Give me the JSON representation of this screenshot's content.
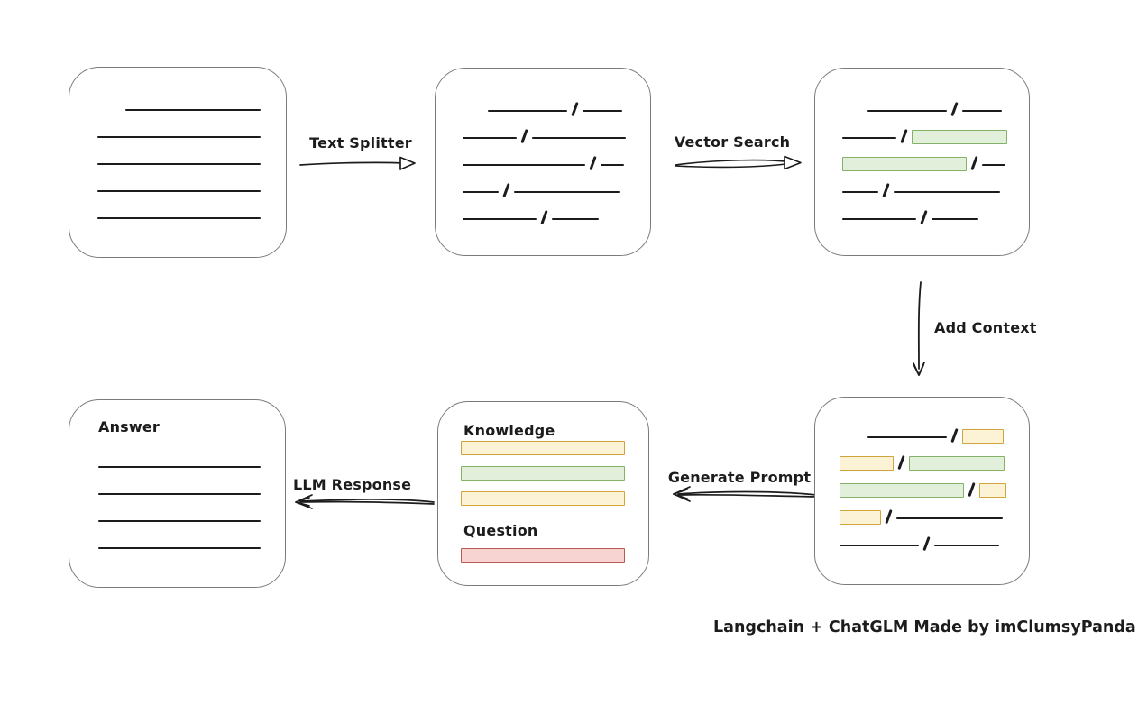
{
  "diagram": {
    "caption": "Langchain + ChatGLM Made by imClumsyPanda"
  },
  "colors": {
    "ink": "#1c1c1c",
    "box_border": "#7b7b7b",
    "green_fill": "#e2efda",
    "green_stroke": "#83b268",
    "yellow_fill": "#fcf3d7",
    "yellow_stroke": "#d2a43c",
    "red_fill": "#f7d4d2",
    "red_stroke": "#b95954"
  },
  "labels": {
    "text_splitter": "Text Splitter",
    "vector_search": "Vector Search",
    "add_context": "Add Context",
    "generate_prompt": "Generate Prompt",
    "llm_response": "LLM Response"
  },
  "nodes": {
    "document": {
      "rows": [
        {
          "indent": 62,
          "segs": [
            {
              "t": "line",
              "w": 150
            }
          ]
        },
        {
          "indent": 31,
          "segs": [
            {
              "t": "line",
              "w": 181
            }
          ]
        },
        {
          "indent": 31,
          "segs": [
            {
              "t": "line",
              "w": 181
            }
          ]
        },
        {
          "indent": 31,
          "segs": [
            {
              "t": "line",
              "w": 181
            }
          ]
        },
        {
          "indent": 31,
          "segs": [
            {
              "t": "line",
              "w": 181
            }
          ]
        }
      ]
    },
    "chunks": {
      "rows": [
        {
          "indent": 58,
          "segs": [
            {
              "t": "line",
              "w": 88
            },
            {
              "t": "line",
              "w": 44
            }
          ]
        },
        {
          "indent": 30,
          "segs": [
            {
              "t": "line",
              "w": 60
            },
            {
              "t": "line",
              "w": 104
            }
          ]
        },
        {
          "indent": 30,
          "segs": [
            {
              "t": "line",
              "w": 136
            },
            {
              "t": "line",
              "w": 26
            }
          ]
        },
        {
          "indent": 30,
          "segs": [
            {
              "t": "line",
              "w": 40
            },
            {
              "t": "line",
              "w": 118
            }
          ]
        },
        {
          "indent": 30,
          "segs": [
            {
              "t": "line",
              "w": 82
            },
            {
              "t": "line",
              "w": 52
            }
          ]
        }
      ]
    },
    "retrieved": {
      "rows": [
        {
          "indent": 58,
          "segs": [
            {
              "t": "line",
              "w": 88
            },
            {
              "t": "line",
              "w": 44
            }
          ]
        },
        {
          "indent": 30,
          "segs": [
            {
              "t": "line",
              "w": 60
            },
            {
              "t": "green",
              "w": 104
            }
          ]
        },
        {
          "indent": 30,
          "segs": [
            {
              "t": "green",
              "w": 136
            },
            {
              "t": "line",
              "w": 26
            }
          ]
        },
        {
          "indent": 30,
          "segs": [
            {
              "t": "line",
              "w": 40
            },
            {
              "t": "line",
              "w": 118
            }
          ]
        },
        {
          "indent": 30,
          "segs": [
            {
              "t": "line",
              "w": 82
            },
            {
              "t": "line",
              "w": 52
            }
          ]
        }
      ]
    },
    "context": {
      "rows": [
        {
          "indent": 58,
          "segs": [
            {
              "t": "line",
              "w": 88
            },
            {
              "t": "yellow",
              "w": 44
            }
          ]
        },
        {
          "indent": 27,
          "segs": [
            {
              "t": "yellow",
              "w": 58
            },
            {
              "t": "green",
              "w": 104
            }
          ]
        },
        {
          "indent": 27,
          "segs": [
            {
              "t": "green",
              "w": 136
            },
            {
              "t": "yellow",
              "w": 28
            }
          ]
        },
        {
          "indent": 27,
          "segs": [
            {
              "t": "yellow",
              "w": 44
            },
            {
              "t": "line",
              "w": 118
            }
          ]
        },
        {
          "indent": 27,
          "segs": [
            {
              "t": "line",
              "w": 88
            },
            {
              "t": "line",
              "w": 72
            }
          ]
        }
      ]
    },
    "prompt": {
      "knowledge_label": "Knowledge",
      "question_label": "Question",
      "knowledge_rows": [
        {
          "indent": 25,
          "segs": [
            {
              "t": "yellow",
              "w": 180
            }
          ]
        },
        {
          "indent": 25,
          "segs": [
            {
              "t": "green",
              "w": 180
            }
          ]
        },
        {
          "indent": 25,
          "segs": [
            {
              "t": "yellow",
              "w": 180
            }
          ]
        }
      ],
      "question_rows": [
        {
          "indent": 25,
          "segs": [
            {
              "t": "red",
              "w": 180
            }
          ]
        }
      ]
    },
    "answer": {
      "label": "Answer",
      "rows": [
        {
          "indent": 32,
          "segs": [
            {
              "t": "line",
              "w": 180
            }
          ]
        },
        {
          "indent": 32,
          "segs": [
            {
              "t": "line",
              "w": 180
            }
          ]
        },
        {
          "indent": 32,
          "segs": [
            {
              "t": "line",
              "w": 180
            }
          ]
        },
        {
          "indent": 32,
          "segs": [
            {
              "t": "line",
              "w": 180
            }
          ]
        }
      ]
    }
  }
}
